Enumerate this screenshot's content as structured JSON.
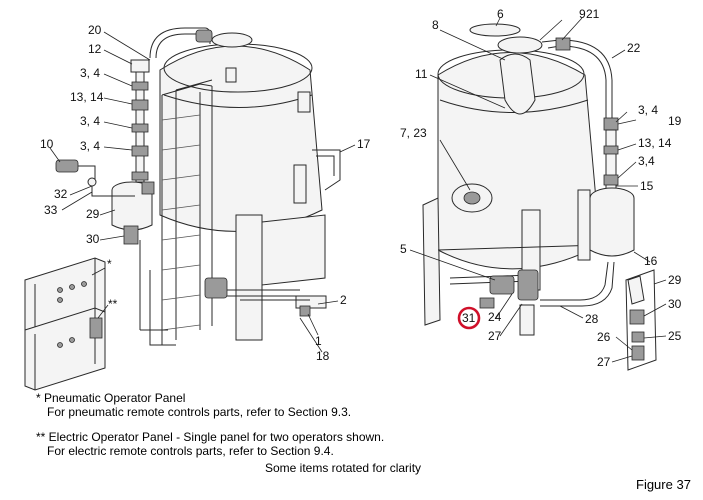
{
  "callouts": {
    "c20": "20",
    "c12": "12",
    "c3_4a": "3, 4",
    "c13_14a": "13, 14",
    "c3_4b": "3, 4",
    "c3_4c": "3, 4",
    "c10": "10",
    "c32": "32",
    "c33": "33",
    "c29a": "29",
    "c30a": "30",
    "c17": "17",
    "c2": "2",
    "c1": "1",
    "c18": "18",
    "c_star": "*",
    "c_dstar": "**",
    "c8": "8",
    "c6": "6",
    "c9": "9",
    "c21": "21",
    "c22": "22",
    "c11": "11",
    "c3_4d": "3, 4",
    "c19": "19",
    "c13_14b": "13, 14",
    "c3_4e": "3,4",
    "c15": "15",
    "c7_23": "7, 23",
    "c5": "5",
    "c16": "16",
    "c29b": "29",
    "c30b": "30",
    "c25": "25",
    "c26": "26",
    "c27a": "27",
    "c28": "28",
    "c24": "24",
    "c27b": "27",
    "c31": "31"
  },
  "highlight": {
    "callout": "31",
    "color": "#d0102a"
  },
  "notes": {
    "pneumatic_title": "*  Pneumatic Operator Panel",
    "pneumatic_ref": "For pneumatic remote controls parts, refer to Section 9.3.",
    "electric_title": "** Electric Operator Panel - Single panel for two operators shown.",
    "electric_ref": "For electric remote controls parts, refer to Section 9.4.",
    "rotated_note": "Some items rotated for clarity",
    "figure_label": "Figure 37"
  }
}
